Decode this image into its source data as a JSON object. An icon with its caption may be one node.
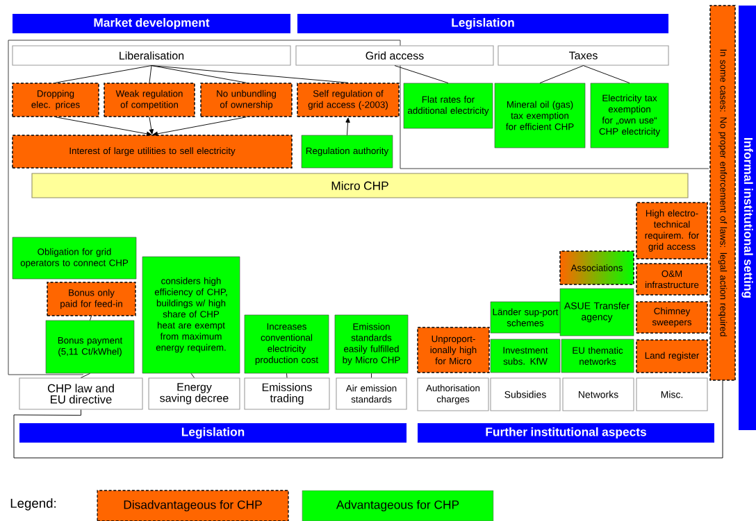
{
  "diagram": {
    "nodes": [
      {
        "text": [
          "Market development"
        ]
      },
      {
        "text": [
          "Legislation"
        ]
      },
      {
        "text": [
          "In some cases: No proper enforcement of laws: legal action required"
        ]
      },
      {
        "text": [
          "Informal institutional setting"
        ]
      },
      {
        "text": [
          "Liberalisation"
        ]
      },
      {
        "text": [
          "Grid access"
        ]
      },
      {
        "text": [
          "Taxes"
        ]
      },
      {
        "text": [
          "Dropping elec. prices"
        ]
      },
      {
        "text": [
          "Weak regulation of competition"
        ]
      },
      {
        "text": [
          "No unbundling of ownership"
        ]
      },
      {
        "text": [
          "Self regulation of grid access (-2003)"
        ]
      },
      {
        "text": [
          "Flat rates for additional electricity"
        ]
      },
      {
        "text": [
          "Mineral oil (gas) tax exemption for efficient CHP"
        ]
      },
      {
        "text": [
          "Electricity tax exemption for „own use“ CHP electricity"
        ]
      },
      {
        "text": [
          "Interest of large utilities to sell electricity"
        ]
      },
      {
        "text": [
          "Regulation authority"
        ]
      },
      {
        "text": [
          "Micro CHP"
        ]
      },
      {
        "text": [
          "High electro-technical requirem. for grid access"
        ]
      },
      {
        "text": [
          "Associations"
        ]
      },
      {
        "text": [
          "O&M infrastructure"
        ]
      },
      {
        "text": [
          "Obligation for grid operators to connect CHP"
        ]
      },
      {
        "text": [
          "considers high efficiency of CHP, buildings w/ high share of CHP heat are exempt from maximum energy requirem."
        ]
      },
      {
        "text": [
          "Bonus only paid for feed-in"
        ]
      },
      {
        "text": [
          "ASUE Transfer agency"
        ]
      },
      {
        "text": [
          "Länder sup-port schemes"
        ]
      },
      {
        "text": [
          "Chimney sweepers"
        ]
      },
      {
        "text": [
          "Increases conventional electricity production cost"
        ]
      },
      {
        "text": [
          "Emission standards easily fulfilled by Micro CHP"
        ]
      },
      {
        "text": [
          "Bonus payment (5,11 Ct/kWhel)"
        ]
      },
      {
        "text": [
          "Unproport-ionally high for Micro"
        ]
      },
      {
        "text": [
          "Investment subs. KfW"
        ]
      },
      {
        "text": [
          "EU thematic networks"
        ]
      },
      {
        "text": [
          "Land register"
        ]
      },
      {
        "text": [
          "CHP law and EU directive"
        ]
      },
      {
        "text": [
          "Energy saving decree"
        ]
      },
      {
        "text": [
          "Emissions trading"
        ]
      },
      {
        "text": [
          "Air emission standards"
        ]
      },
      {
        "text": [
          "Authorisation charges"
        ]
      },
      {
        "text": [
          "Subsidies"
        ]
      },
      {
        "text": [
          "Networks"
        ]
      },
      {
        "text": [
          "Misc."
        ]
      },
      {
        "text": [
          "Legislation"
        ]
      },
      {
        "text": [
          "Further institutional aspects"
        ]
      }
    ],
    "edges": [
      {
        "from": 4,
        "to": 7,
        "arrow": "none"
      },
      {
        "from": 4,
        "to": 8,
        "arrow": "none"
      },
      {
        "from": 4,
        "to": 9,
        "arrow": "none"
      },
      {
        "from": 4,
        "to": 10,
        "arrow": "none"
      },
      {
        "from": 5,
        "to": 11,
        "arrow": "none"
      },
      {
        "from": 6,
        "to": 12,
        "arrow": "none"
      },
      {
        "from": 6,
        "to": 13,
        "arrow": "none"
      },
      {
        "from": 7,
        "to": 14,
        "arrow": "to"
      },
      {
        "from": 8,
        "to": 14,
        "arrow": "to"
      },
      {
        "from": 9,
        "to": 14,
        "arrow": "to"
      },
      {
        "from": 15,
        "to": 10,
        "arrow": "to"
      },
      {
        "from": 22,
        "to": 28,
        "arrow": "none"
      },
      {
        "from": 28,
        "to": 33,
        "arrow": "none"
      },
      {
        "from": 21,
        "to": 34,
        "arrow": "none"
      },
      {
        "from": 26,
        "to": 35,
        "arrow": "none"
      },
      {
        "from": 27,
        "to": 36,
        "arrow": "none"
      },
      {
        "from": 33,
        "to": 2,
        "arrow": "none"
      }
    ],
    "labels": [
      "Legend:"
    ],
    "legend": [
      {
        "text": "Disadvantageous for CHP",
        "color": "#ff6600"
      },
      {
        "text": "Advantageous for CHP",
        "color": "#00ff00"
      }
    ]
  }
}
